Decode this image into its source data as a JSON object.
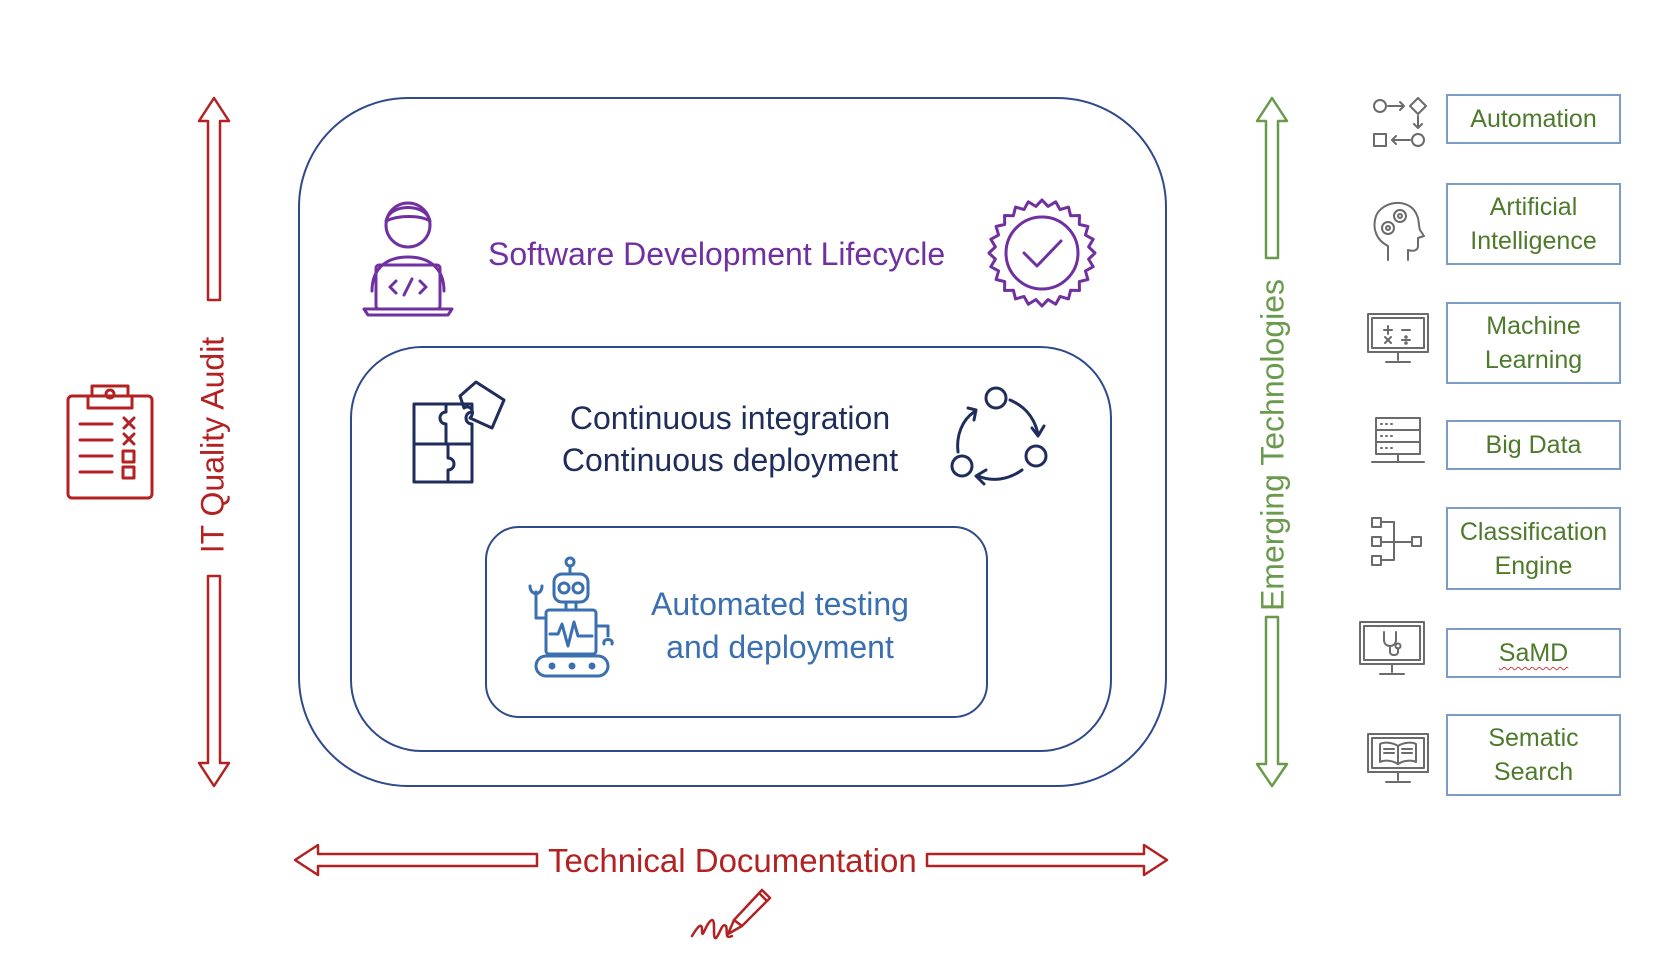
{
  "diagram": {
    "sdlc_title": "Software Development Lifecycle",
    "ci_line1": "Continuous integration",
    "ci_line2": "Continuous deployment",
    "testing_line1": "Automated testing",
    "testing_line2": "and deployment",
    "left_axis_label": "IT Quality Audit",
    "bottom_axis_label": "Technical Documentation",
    "right_axis_label": "Emerging Technologies"
  },
  "emerging_technologies": [
    {
      "line1": "Automation",
      "line2": "",
      "icon": "flow-diagram-icon"
    },
    {
      "line1": "Artificial",
      "line2": "Intelligence",
      "icon": "head-gears-icon"
    },
    {
      "line1": "Machine",
      "line2": "Learning",
      "icon": "monitor-math-icon"
    },
    {
      "line1": "Big Data",
      "line2": "",
      "icon": "server-rack-icon"
    },
    {
      "line1": "Classification",
      "line2": "Engine",
      "icon": "tree-hierarchy-icon"
    },
    {
      "line1": "SaMD",
      "line2": "",
      "icon": "monitor-stethoscope-icon"
    },
    {
      "line1": "Sematic",
      "line2": "Search",
      "icon": "monitor-book-icon"
    }
  ],
  "colors": {
    "container_border": "#2f4a8a",
    "sdlc_purple": "#7030a0",
    "ci_navy": "#1f2d5c",
    "testing_blue": "#3a6fb0",
    "audit_red": "#b22222",
    "emerging_green": "#6a9a4c",
    "tech_box_border": "#7b9bc8"
  }
}
